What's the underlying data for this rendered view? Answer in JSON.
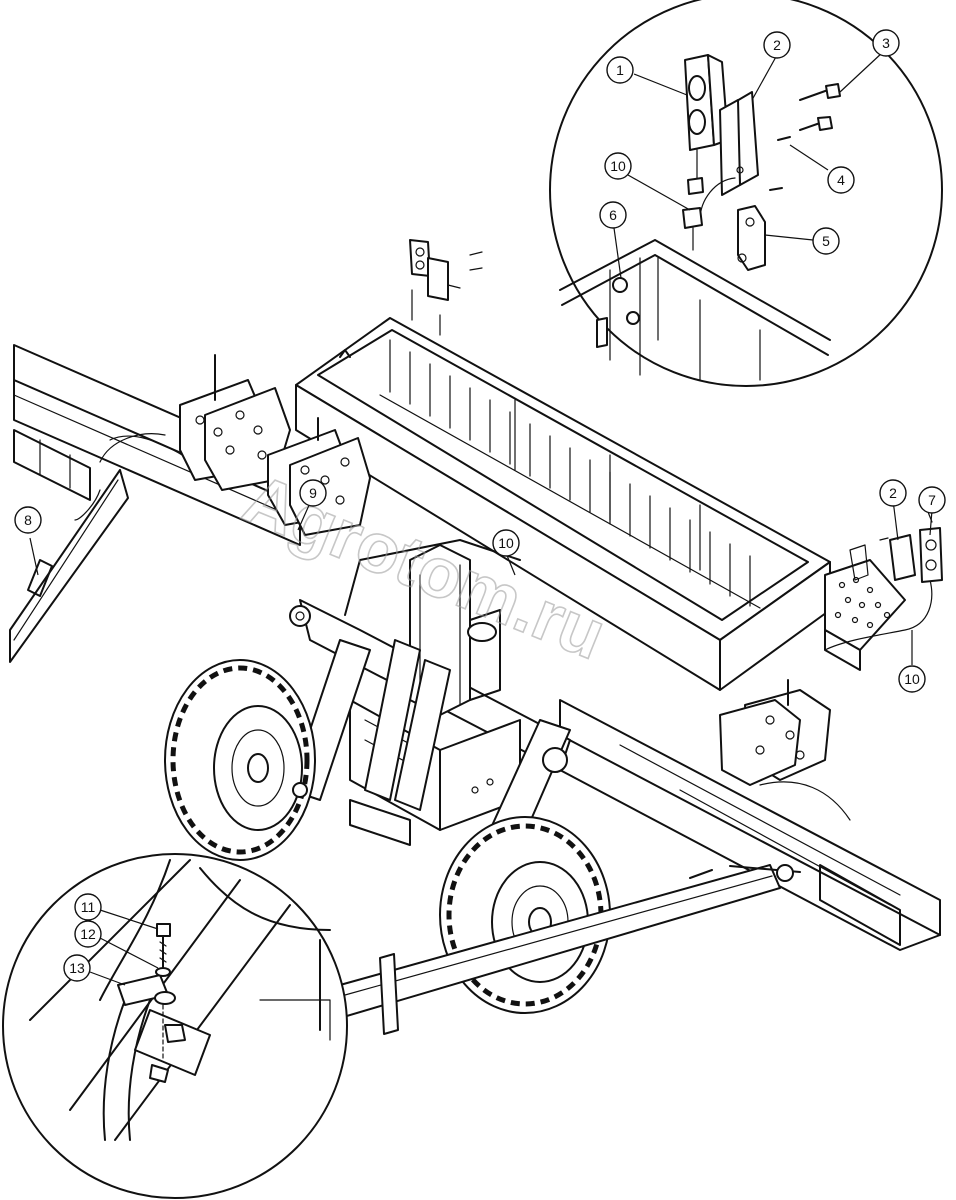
{
  "watermark": "Agrotom.ru",
  "callouts": [
    {
      "id": "c1",
      "label": "1"
    },
    {
      "id": "c2a",
      "label": "2"
    },
    {
      "id": "c3",
      "label": "3"
    },
    {
      "id": "c4",
      "label": "4"
    },
    {
      "id": "c5",
      "label": "5"
    },
    {
      "id": "c6",
      "label": "6"
    },
    {
      "id": "c10a",
      "label": "10"
    },
    {
      "id": "c2b",
      "label": "2"
    },
    {
      "id": "c7",
      "label": "7"
    },
    {
      "id": "c8",
      "label": "8"
    },
    {
      "id": "c9",
      "label": "9"
    },
    {
      "id": "c10b",
      "label": "10"
    },
    {
      "id": "c10c",
      "label": "10"
    },
    {
      "id": "c11",
      "label": "11"
    },
    {
      "id": "c12",
      "label": "12"
    },
    {
      "id": "c13",
      "label": "13"
    }
  ]
}
